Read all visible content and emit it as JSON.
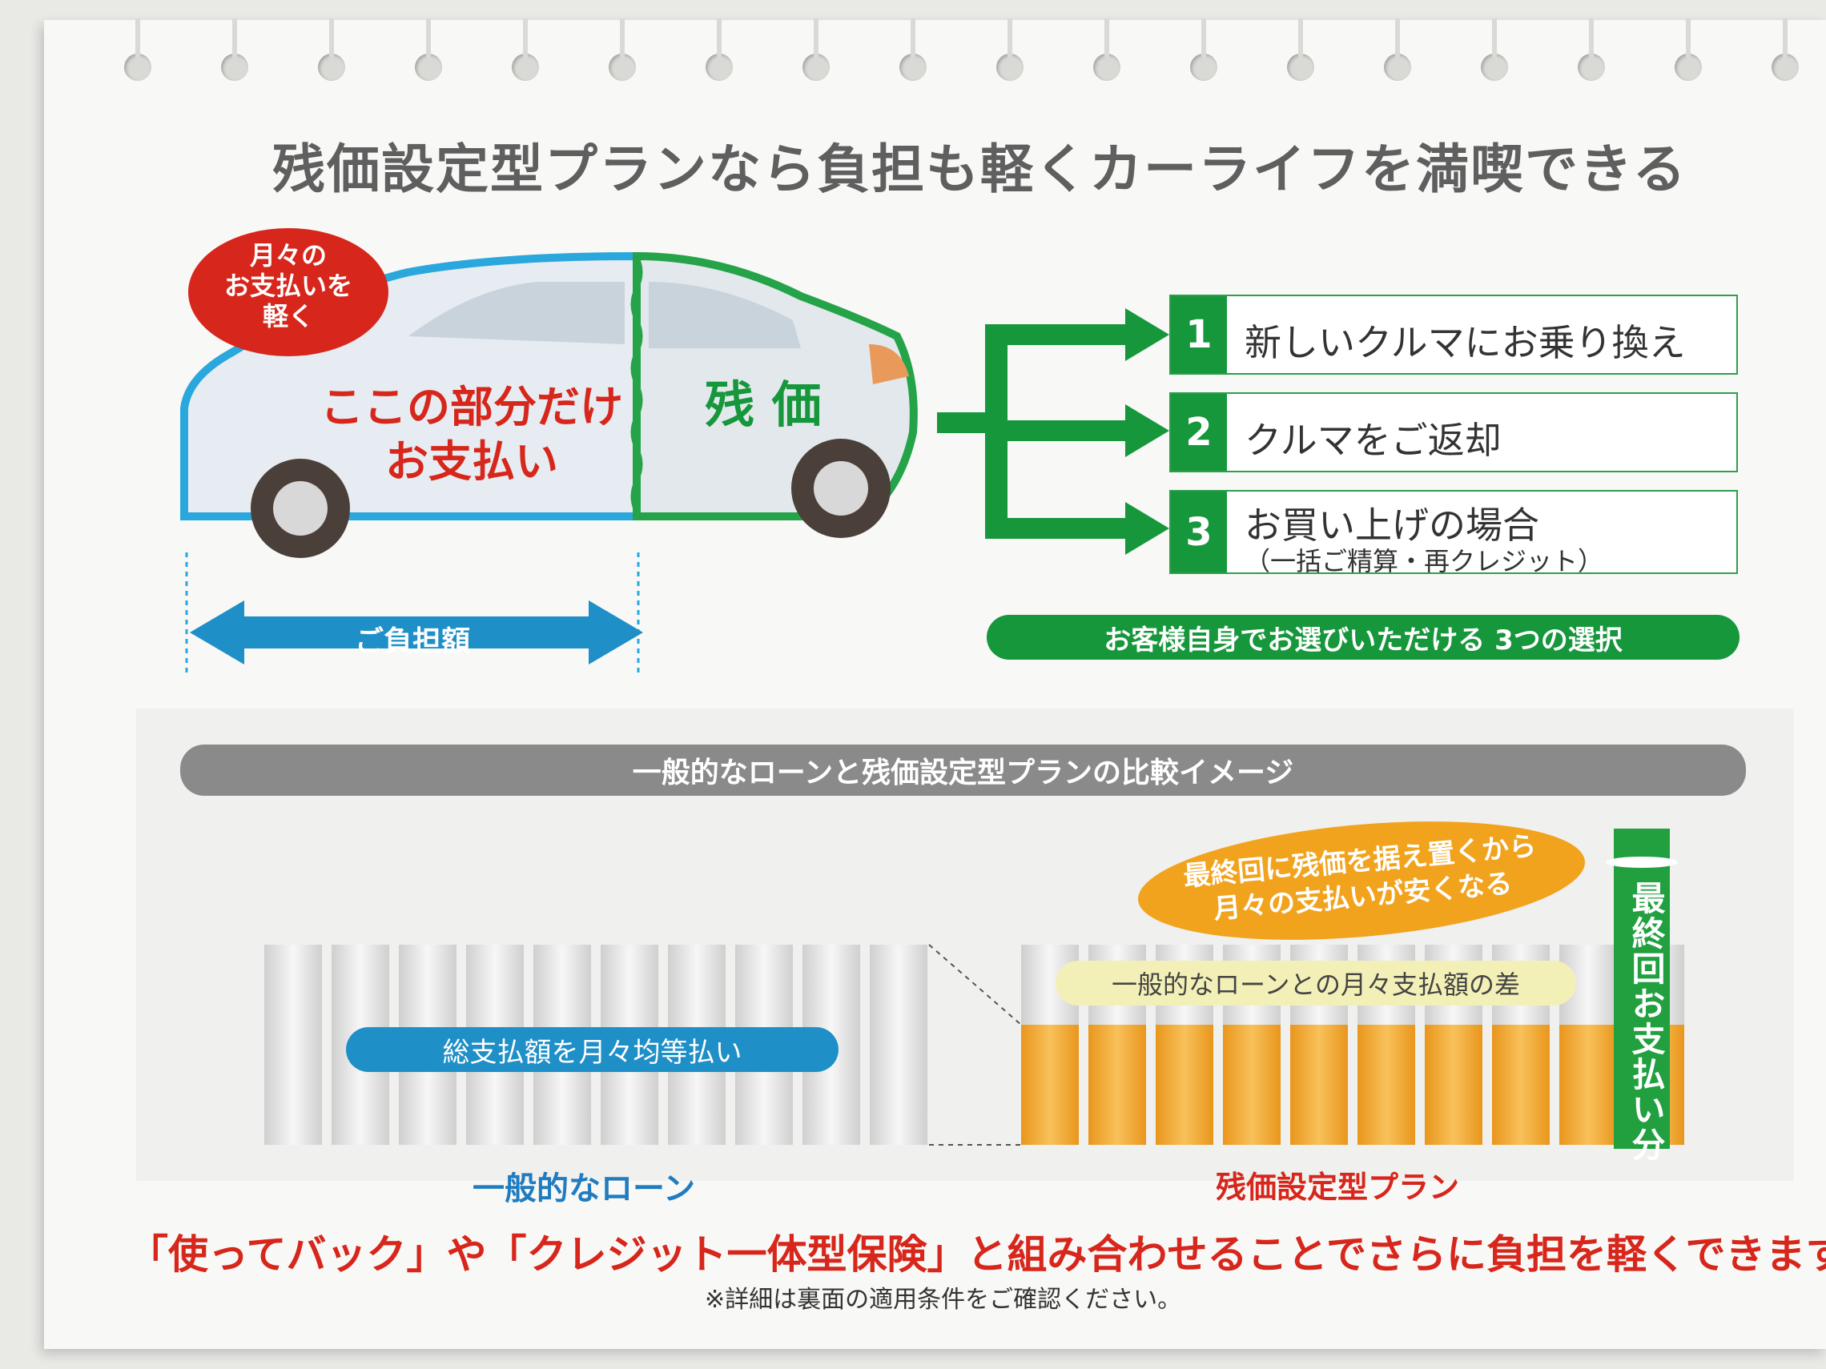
{
  "title": "残価設定型プランなら負担も軽くカーライフを満喫できる",
  "bubble_red": {
    "line1": "月々の",
    "line2": "お支払いを",
    "line3": "軽く"
  },
  "car": {
    "pay_part_line1": "ここの部分だけ",
    "pay_part_line2": "お支払い",
    "residual": "残 価"
  },
  "burden_label": "ご負担額",
  "options": [
    {
      "num": "1",
      "text": "新しいクルマにお乗り換え"
    },
    {
      "num": "2",
      "text": "クルマをご返却"
    },
    {
      "num": "3",
      "text": "お買い上げの場合",
      "sub": "（一括ご精算・再クレジット）"
    }
  ],
  "choice_label": "お客様自身でお選びいただける 3つの選択",
  "comparison": {
    "header": "一般的なローンと残価設定型プランの比較イメージ",
    "loan_caption": "総支払額を月々均等払い",
    "loan_label": "一般的なローン",
    "plan_label": "残価設定型プラン",
    "diff_caption": "一般的なローンとの月々支払額の差",
    "bubble_line1": "最終回に残価を据え置くから",
    "bubble_line2": "月々の支払いが安くなる",
    "final_payment": "最終回お支払い分"
  },
  "footer": {
    "main": "「使ってバック」や「クレジット一体型保険」と組み合わせることでさらに負担を軽くできます!",
    "note": "※詳細は裏面の適用条件をご確認ください。"
  },
  "colors": {
    "green": "#16973b",
    "blue": "#1f8fc8",
    "red": "#d7261b",
    "orange": "#f2a31e",
    "gray": "#8a8a8a"
  }
}
